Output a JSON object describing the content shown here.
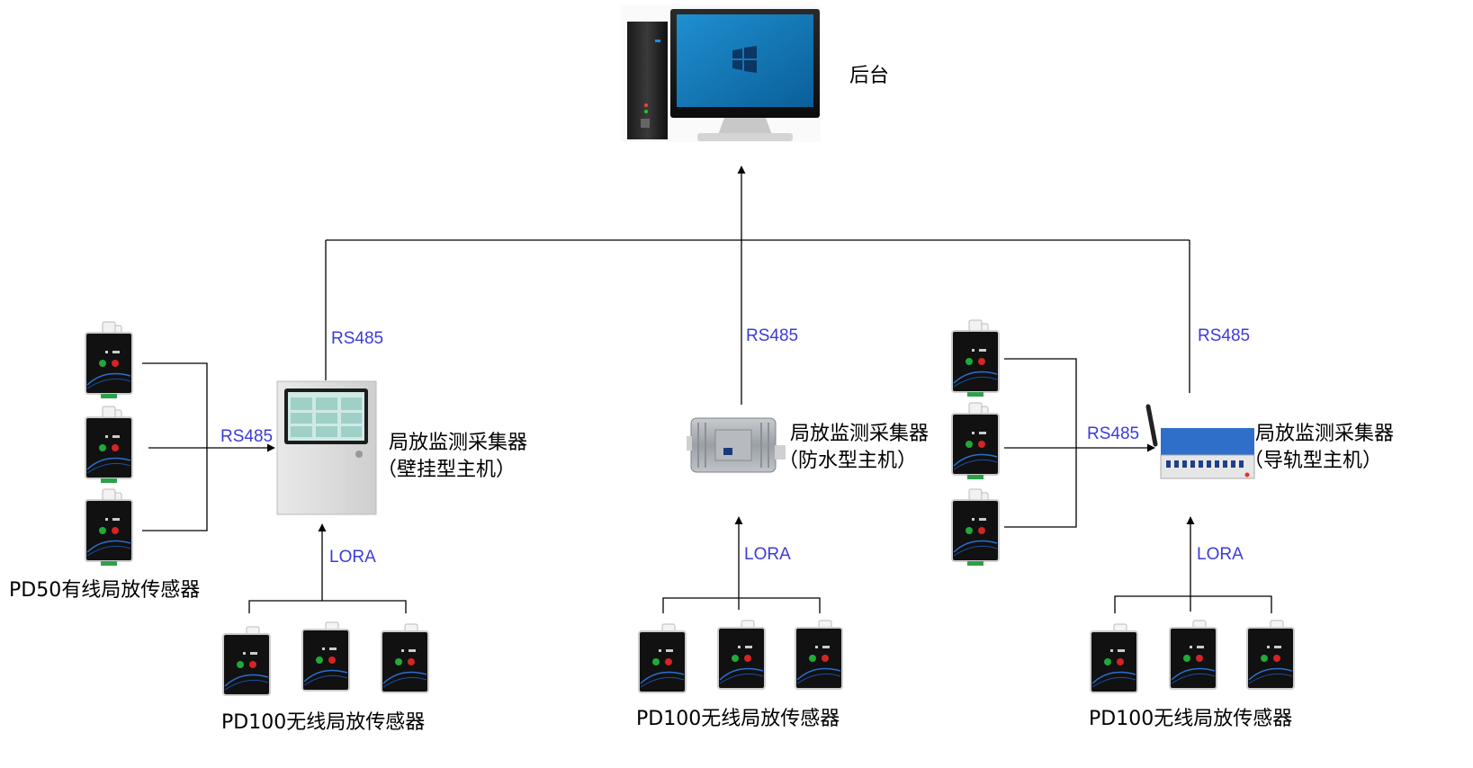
{
  "colors": {
    "line": "#000000",
    "protocol_text": "#3b3bd9",
    "label_text": "#000000"
  },
  "backend": {
    "label": "后台",
    "icon": "desktop-computer-icon"
  },
  "left_unit": {
    "collector_line1": "局放监测采集器",
    "collector_line2": "（壁挂型主机）",
    "uplink": "RS485",
    "sensor_link": "RS485",
    "wireless": "LORA",
    "wired_sensors_label": "PD50有线局放传感器",
    "wireless_sensors_label": "PD100无线局放传感器"
  },
  "middle_unit": {
    "collector_line1": "局放监测采集器",
    "collector_line2": "（防水型主机）",
    "uplink": "RS485",
    "wireless": "LORA",
    "wireless_sensors_label": "PD100无线局放传感器"
  },
  "right_unit": {
    "collector_line1": "局放监测采集器",
    "collector_line2": "（导轨型主机）",
    "uplink": "RS485",
    "sensor_link": "RS485",
    "wireless": "LORA",
    "wireless_sensors_label": "PD100无线局放传感器"
  }
}
